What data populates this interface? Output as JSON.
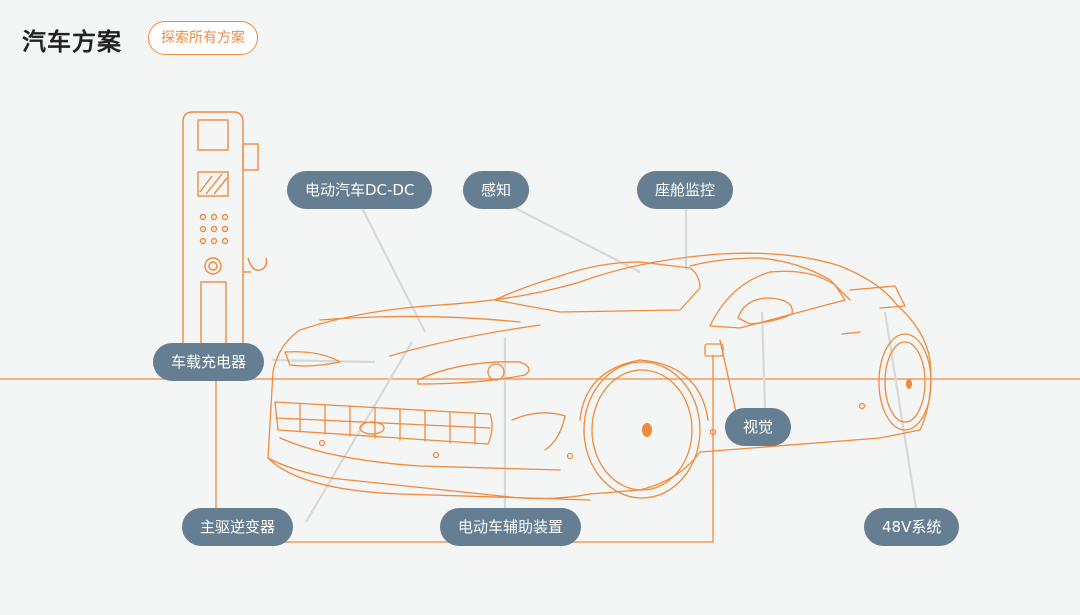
{
  "header": {
    "title": "汽车方案",
    "explore_label": "探索所有方案"
  },
  "hotspots": [
    {
      "id": "dcdc",
      "label": "电动汽车DC-DC"
    },
    {
      "id": "sensing",
      "label": "感知"
    },
    {
      "id": "cabin",
      "label": "座舱监控"
    },
    {
      "id": "obc",
      "label": "车载充电器"
    },
    {
      "id": "vision",
      "label": "视觉"
    },
    {
      "id": "inverter",
      "label": "主驱逆变器"
    },
    {
      "id": "aux",
      "label": "电动车辅助装置"
    },
    {
      "id": "v48",
      "label": "48V系统"
    }
  ],
  "colors": {
    "accent": "#f08a3c",
    "tag_bg": "#657e92",
    "leader_line": "#d6d8da",
    "background": "#f4f5f5"
  }
}
